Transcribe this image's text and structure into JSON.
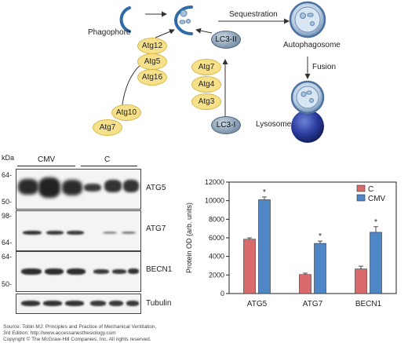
{
  "diagram": {
    "phagophore": "Phagophore",
    "sequestration": "Sequestration",
    "autophagosome": "Autophagosome",
    "fusion": "Fusion",
    "lysosome": "Lysosome",
    "complex": [
      "Atg12",
      "Atg5",
      "Atg16"
    ],
    "atg10": "Atg10",
    "atg7_left": "Atg7",
    "conj": [
      "Atg7",
      "Atg4",
      "Atg3"
    ],
    "lc3_ii": "LC3-II",
    "lc3_i": "LC3-I"
  },
  "blot": {
    "kda_label": "kDa",
    "groups": [
      "CMV",
      "C"
    ],
    "markers": {
      "atg5": [
        "64-",
        "50-"
      ],
      "atg7": [
        "98-",
        "64-"
      ],
      "becn1": [
        "64-",
        "50-"
      ]
    },
    "row_labels": [
      "ATG5",
      "ATG7",
      "BECN1",
      "Tubulin"
    ]
  },
  "chart_data": {
    "type": "bar",
    "categories": [
      "ATG5",
      "ATG7",
      "BECN1"
    ],
    "series": [
      {
        "name": "C",
        "color": "#d86a6c",
        "values": [
          5850,
          2050,
          2650
        ],
        "errors": [
          150,
          150,
          300
        ]
      },
      {
        "name": "CMV",
        "color": "#4f86c6",
        "values": [
          10100,
          5400,
          6600
        ],
        "errors": [
          300,
          250,
          600
        ]
      }
    ],
    "significance": [
      "*",
      "*",
      "*"
    ],
    "ylabel": "Protein OD (arb. units)",
    "xlabel": "",
    "ylim": [
      0,
      12000
    ],
    "yticks": [
      "0",
      "2000",
      "4000",
      "6000",
      "8000",
      "10000",
      "12000"
    ],
    "legend": "top-right"
  },
  "source": {
    "line1": "Source: Tobin MJ: Principles and Practice of Mechanical Ventilation,",
    "line2": "3rd Edition: http://www.accessanesthesiology.com",
    "line3": "Copyright © The McGraw-Hill Companies, Inc. All rights reserved."
  }
}
